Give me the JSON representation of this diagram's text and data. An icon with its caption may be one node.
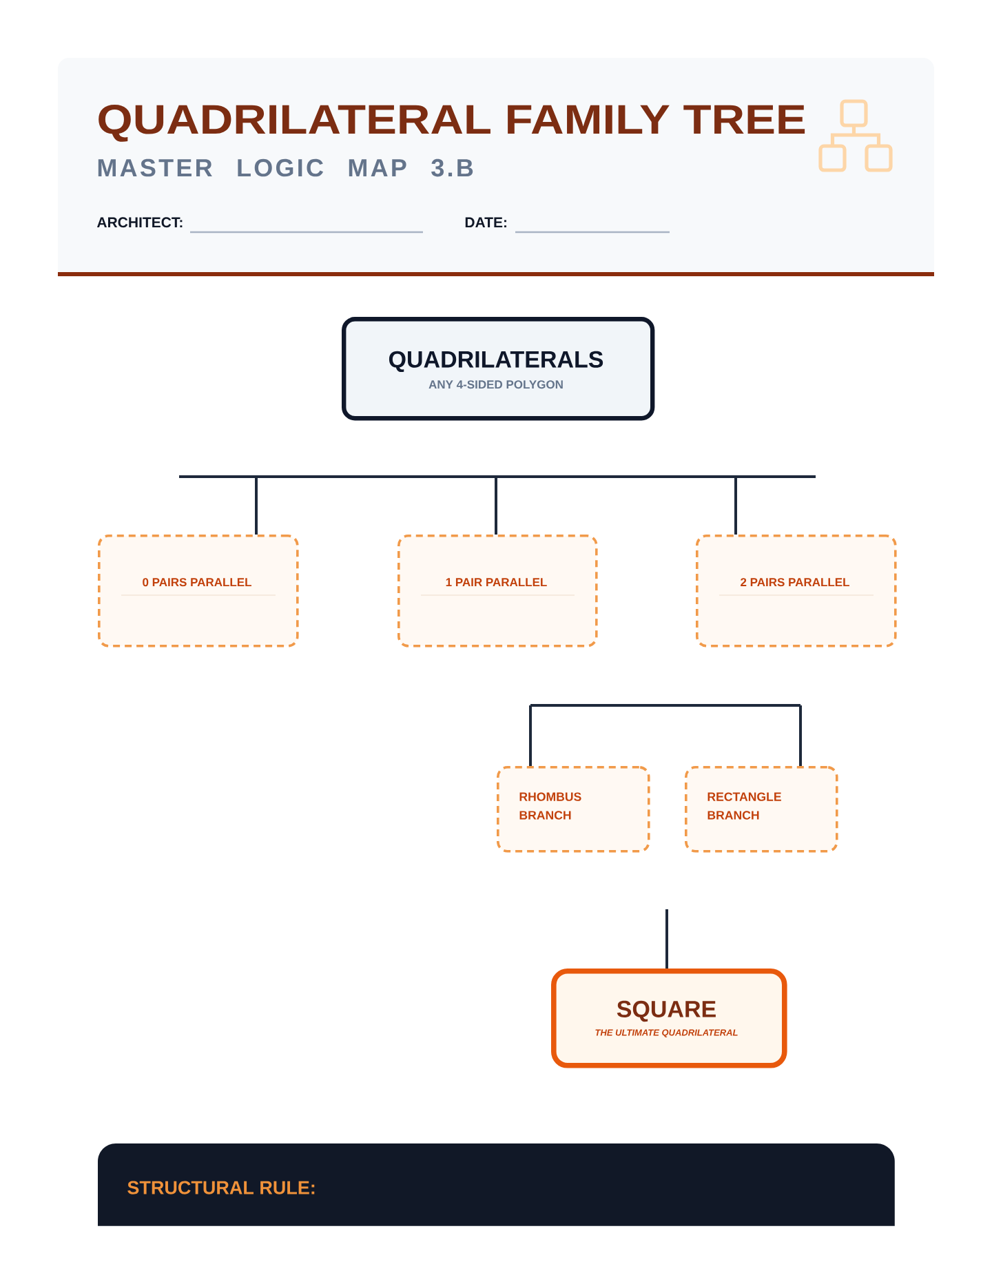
{
  "diagram": {
    "title": "QUADRILATERAL FAMILY TREE",
    "nodes": [
      {
        "text": [
          "QUADRILATERALS",
          "ANY 4-SIDED POLYGON"
        ]
      },
      {
        "text": [
          "0 PAIRS PARALLEL"
        ]
      },
      {
        "text": [
          "1 PAIR PARALLEL"
        ]
      },
      {
        "text": [
          "2 PAIRS PARALLEL"
        ]
      },
      {
        "text": [
          "RHOMBUS BRANCH"
        ]
      },
      {
        "text": [
          "RECTANGLE BRANCH"
        ]
      },
      {
        "text": [
          "SQUARE",
          "THE ULTIMATE QUADRILATERAL"
        ]
      },
      {
        "text": [
          "STRUCTURAL RULE:"
        ]
      }
    ],
    "edges": [
      {
        "from": null,
        "to": 1,
        "arrow": "none"
      },
      {
        "from": null,
        "to": 2,
        "arrow": "none"
      },
      {
        "from": null,
        "to": 3,
        "arrow": "none"
      },
      {
        "from": null,
        "to": 4,
        "arrow": "none"
      },
      {
        "from": null,
        "to": 5,
        "arrow": "none"
      },
      {
        "from": null,
        "to": 6,
        "arrow": "none"
      }
    ],
    "labels": [
      "MASTER LOGIC MAP 3.B",
      "ARCHITECT:",
      "DATE:"
    ]
  }
}
